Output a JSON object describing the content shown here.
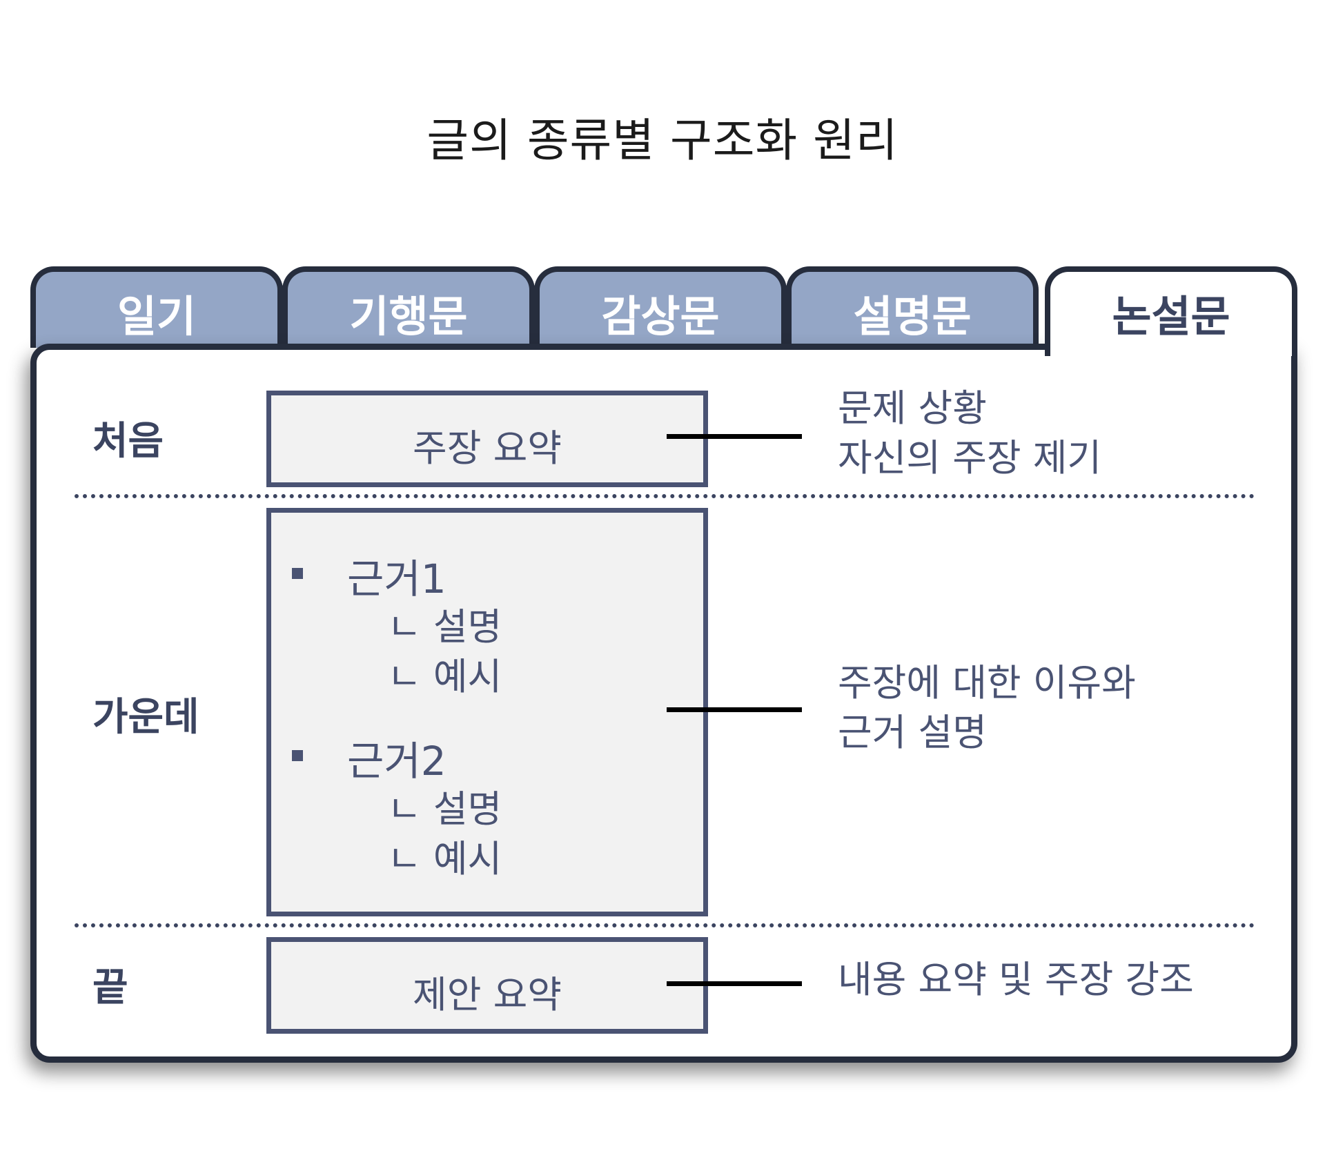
{
  "title": "글의 종류별 구조화 원리",
  "tabs": [
    {
      "label": "일기"
    },
    {
      "label": "기행문"
    },
    {
      "label": "감상문"
    },
    {
      "label": "설명문"
    },
    {
      "label": "논설문",
      "active": true
    }
  ],
  "rows": {
    "beginning": {
      "label": "처음",
      "box_text": "주장 요약",
      "desc_lines": [
        "문제 상황",
        "자신의 주장 제기"
      ]
    },
    "middle": {
      "label": "가운데",
      "reasons": [
        {
          "title": "근거1",
          "subs": [
            "ㄴ 설명",
            "ㄴ 예시"
          ]
        },
        {
          "title": "근거2",
          "subs": [
            "ㄴ 설명",
            "ㄴ 예시"
          ]
        }
      ],
      "desc_lines": [
        "주장에 대한 이유와",
        "근거 설명"
      ]
    },
    "end": {
      "label": "끝",
      "box_text": "제안 요약",
      "desc_lines": [
        "내용 요약 및 주장 강조"
      ]
    }
  },
  "colors": {
    "tab_inactive": "#94a6c6",
    "border_dark": "#262d3d",
    "text_slate": "#4a5373",
    "box_fill": "#f2f2f2"
  }
}
